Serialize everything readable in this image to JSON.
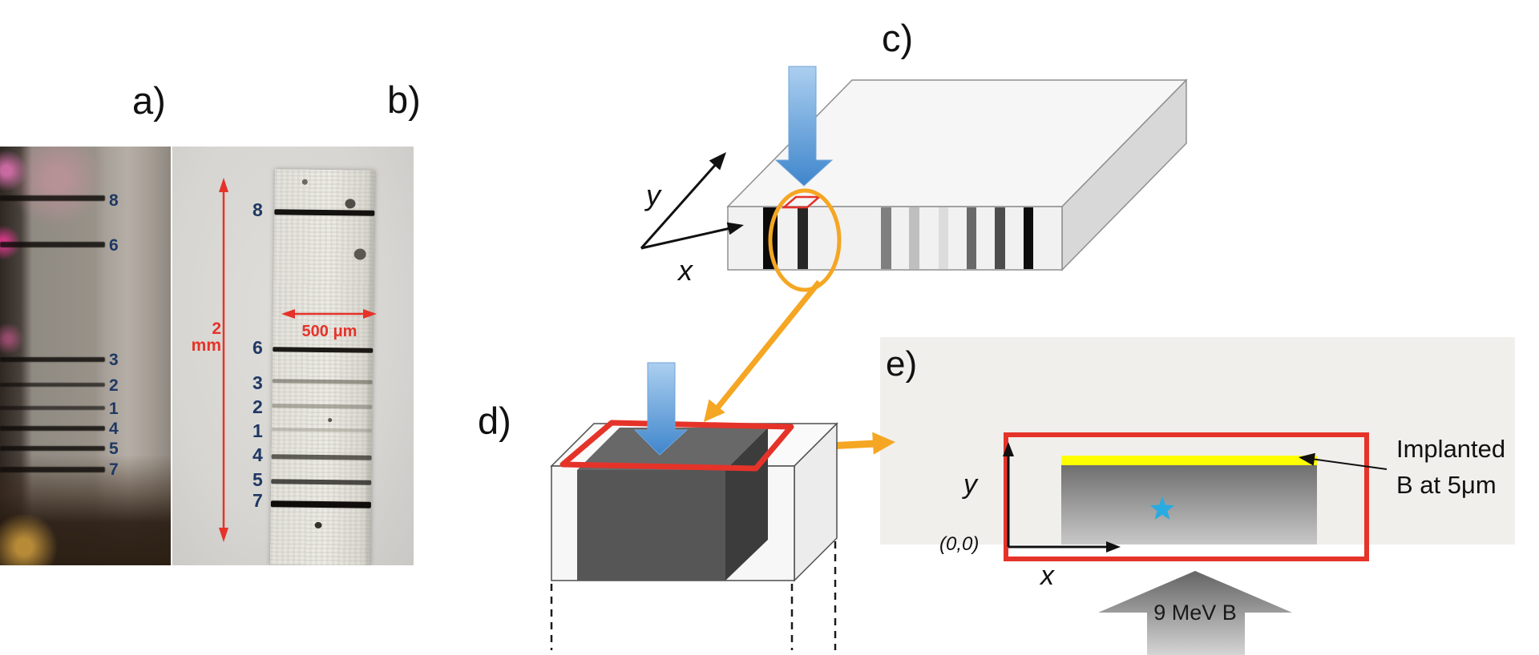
{
  "panels": {
    "a_label": "a)",
    "b_label": "b)",
    "c_label": "c)",
    "d_label": "d)",
    "e_label": "e)"
  },
  "photo_a": {
    "marker_labels": [
      "8",
      "6",
      "3",
      "2",
      "1",
      "4",
      "5",
      "7"
    ]
  },
  "photo_b": {
    "marker_labels": [
      "8",
      "6",
      "3",
      "2",
      "1",
      "4",
      "5",
      "7"
    ],
    "scale_vertical": "2 mm",
    "scale_horizontal": "500 μm"
  },
  "axes_c": {
    "x": "x",
    "y": "y"
  },
  "axes_e": {
    "x": "x",
    "y": "y",
    "origin": "(0,0)"
  },
  "annotations": {
    "implanted_line1": "Implanted",
    "implanted_line2": "B at 5μm",
    "beam_energy": "9 MeV B"
  },
  "colors": {
    "accent_red": "#E5332A",
    "accent_orange": "#F5A623",
    "beam_blue": "#4A90D8",
    "star_blue": "#29ABE2",
    "marker_navy": "#1F3864",
    "implant_yellow": "#FFFF00"
  }
}
